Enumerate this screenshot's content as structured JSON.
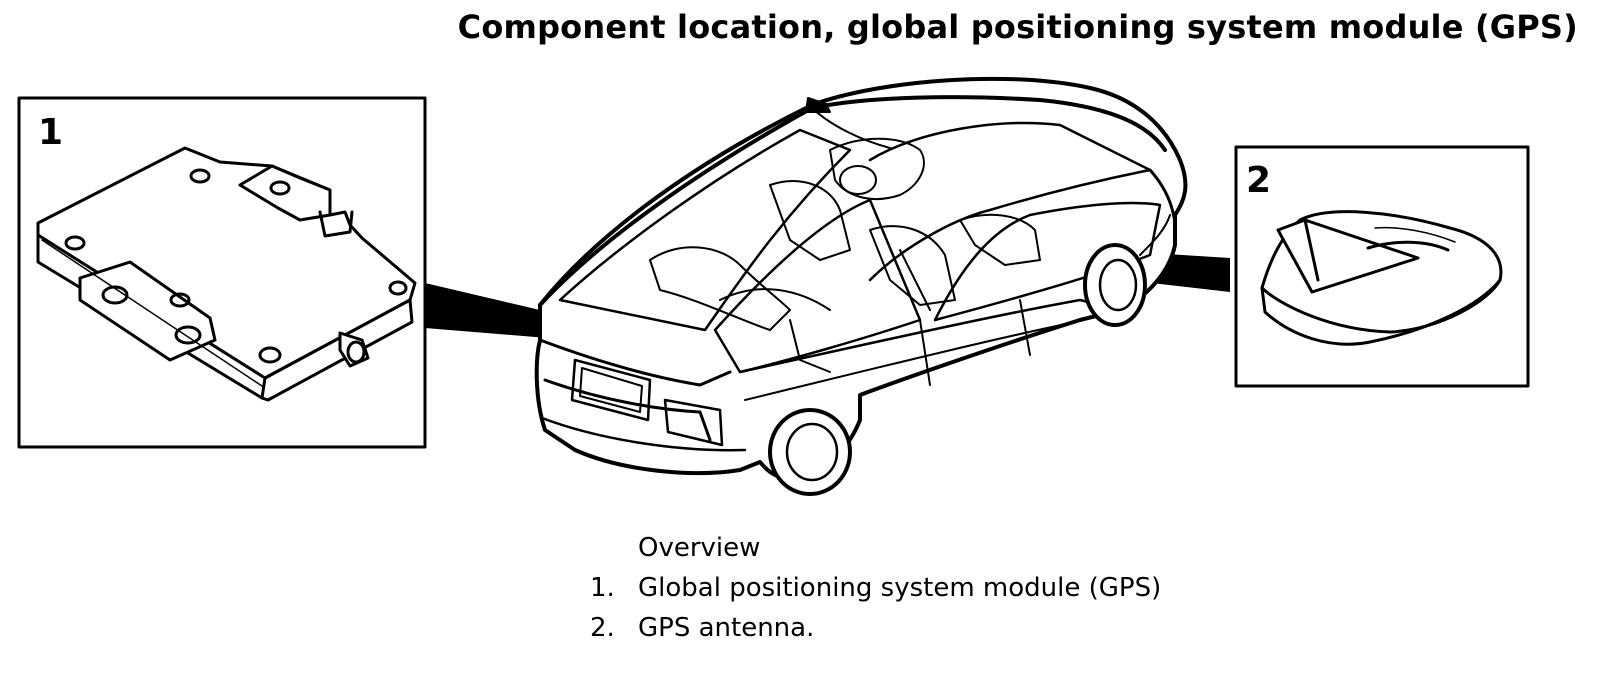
{
  "title": "Component location, global positioning system module (GPS)",
  "callouts": [
    {
      "number": "1"
    },
    {
      "number": "2"
    }
  ],
  "legend": {
    "heading": "Overview",
    "items": [
      {
        "number": "1.",
        "label": "Global positioning system module (GPS)"
      },
      {
        "number": "2.",
        "label": "GPS antenna."
      }
    ]
  }
}
